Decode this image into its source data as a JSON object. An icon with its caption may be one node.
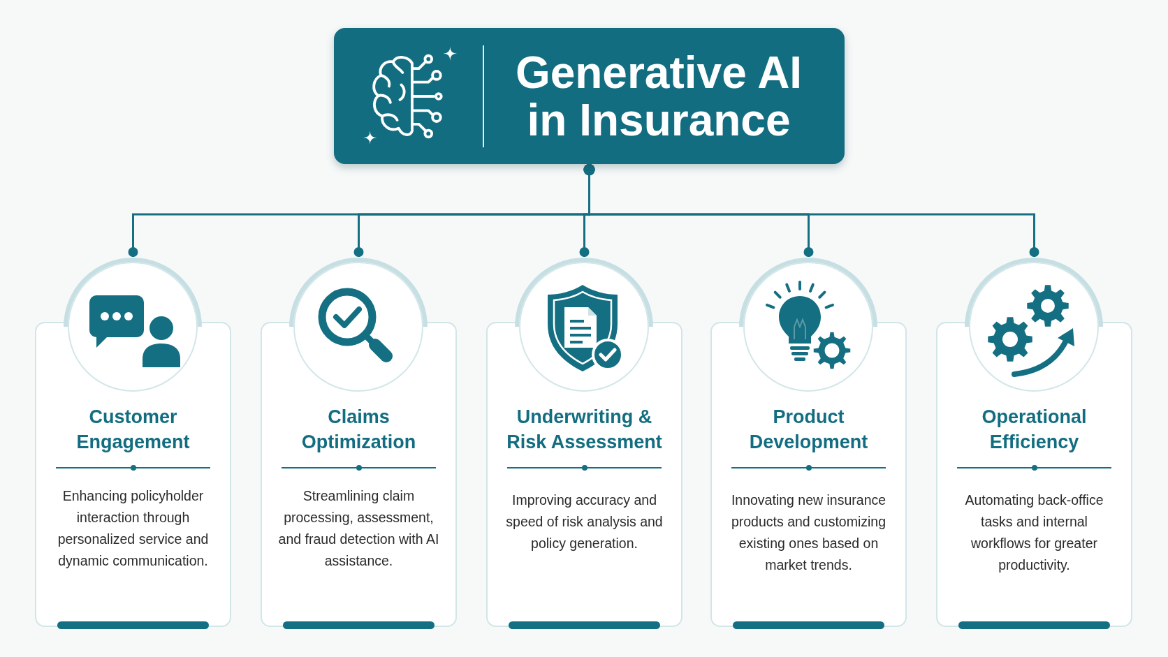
{
  "diagram": {
    "nodes": [
      {
        "text": [
          "Generative AI in Insurance"
        ]
      },
      {
        "text": [
          "Customer Engagement",
          "Enhancing policyholder interaction through personalized service and dynamic communication."
        ]
      },
      {
        "text": [
          "Claims Optimization",
          "Streamlining claim processing, assessment, and fraud detection with AI assistance."
        ]
      },
      {
        "text": [
          "Underwriting & Risk Assessment",
          "Improving accuracy and speed of risk analysis and policy generation."
        ]
      },
      {
        "text": [
          "Product Development",
          "Innovating new insurance products and customizing existing ones based on market trends."
        ]
      },
      {
        "text": [
          "Operational Efficiency",
          "Automating back-office tasks and internal workflows for greater productivity."
        ]
      }
    ],
    "edges": [
      {
        "from": 0,
        "to": 1,
        "arrow": "other"
      },
      {
        "from": 0,
        "to": 2,
        "arrow": "other"
      },
      {
        "from": 0,
        "to": 3,
        "arrow": "other"
      },
      {
        "from": 0,
        "to": 4,
        "arrow": "other"
      },
      {
        "from": 0,
        "to": 5,
        "arrow": "other"
      }
    ]
  }
}
